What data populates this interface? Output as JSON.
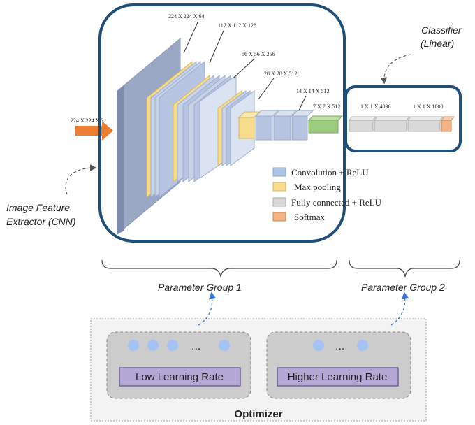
{
  "input_label": "224 X 224 X 3",
  "cnn": {
    "dims": {
      "conv1": "224 X 224 X 64",
      "conv2": "112 X 112 X 128",
      "conv3": "56 X 56 X 256",
      "conv4": "28 X 28 X 512",
      "conv5": "14 X 14 X 512",
      "pool5": "7 X 7 X 512"
    },
    "legend": [
      {
        "label": "Convolution + ReLU",
        "color": "#aec3e6"
      },
      {
        "label": "Max pooling",
        "color": "#f6dc8c"
      },
      {
        "label": "Fully connected + ReLU",
        "color": "#d9d9d9"
      },
      {
        "label": "Softmax",
        "color": "#f4b183"
      }
    ]
  },
  "fc": {
    "dims": {
      "fc1": "1 X 1 X 4096",
      "fc2": "1 X 1 X 1000"
    }
  },
  "labels": {
    "classifier_line1": "Classifier",
    "classifier_line2": "(Linear)",
    "extractor_line1": "Image Feature",
    "extractor_line2": "Extractor (CNN)",
    "group1": "Parameter Group 1",
    "group2": "Parameter Group 2"
  },
  "optimizer": {
    "title": "Optimizer",
    "low_rate": "Low Learning Rate",
    "high_rate": "Higher Learning Rate",
    "ellipsis": "..."
  },
  "colors": {
    "frame": "#1f4e79",
    "conv": "#aec3e6",
    "pool": "#f6dc8c",
    "fc": "#d9d9d9",
    "softmax": "#f4b183",
    "pool5": "#9bcc7e",
    "arrow": "#ed7d31",
    "param_dot": "#a4c2f4",
    "rate_box": "#b4a7d6"
  }
}
